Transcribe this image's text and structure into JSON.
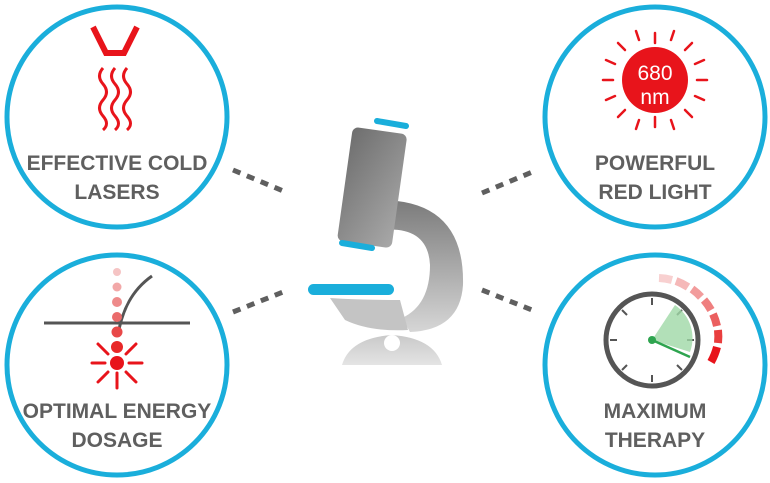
{
  "features": [
    {
      "id": "cold-lasers",
      "line1": "EFFECTIVE COLD",
      "line2": "LASERS",
      "icon": "laser-heat-icon"
    },
    {
      "id": "red-light",
      "line1": "POWERFUL",
      "line2": "RED LIGHT",
      "icon": "sun-icon"
    },
    {
      "id": "energy-dosage",
      "line1": "OPTIMAL ENERGY",
      "line2": "DOSAGE",
      "icon": "hair-follicle-icon"
    },
    {
      "id": "therapy",
      "line1": "MAXIMUM",
      "line2": "THERAPY",
      "icon": "gauge-icon"
    }
  ],
  "sun": {
    "wavelength": "680",
    "unit": "nm"
  },
  "center_icon": "microscope-icon",
  "colors": {
    "circle_stroke": "#1aaedb",
    "accent_red": "#e8141b",
    "label_gray": "#5f5f5f",
    "microscope_blue": "#1aaedb",
    "microscope_gray": "#8a8a8a",
    "gauge_green": "#2ea44f"
  }
}
